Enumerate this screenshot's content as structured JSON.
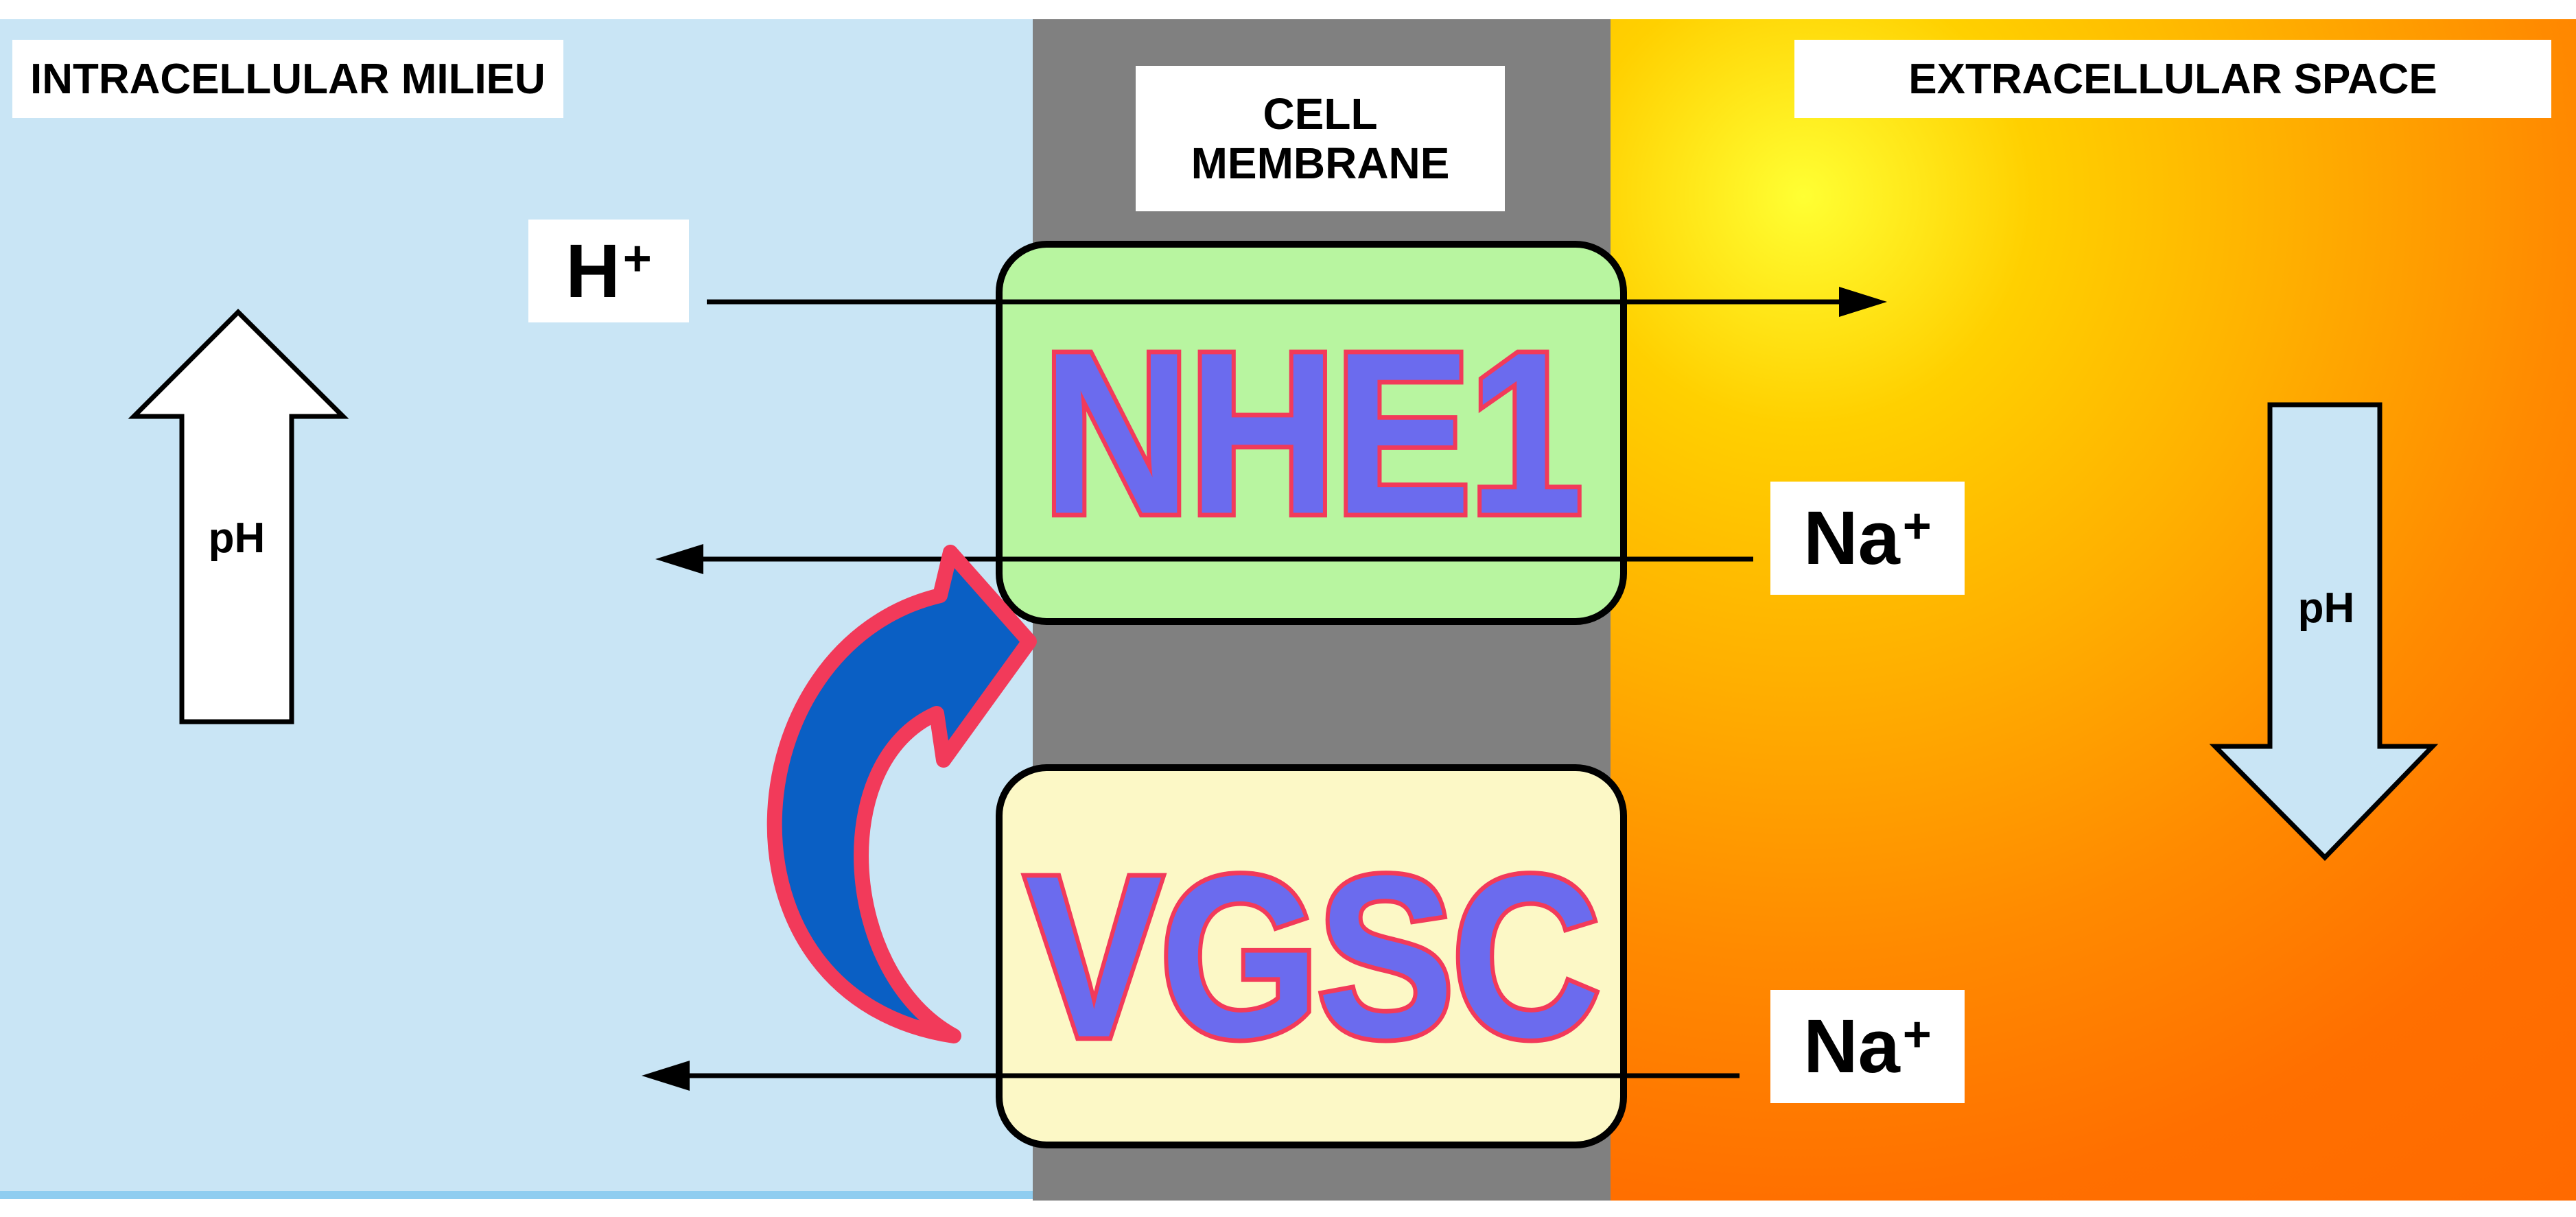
{
  "regions": {
    "intracellular": {
      "title": "INTRACELLULAR MILIEU",
      "background": "#c9e5f5"
    },
    "membrane": {
      "title_line1": "CELL",
      "title_line2": "MEMBRANE",
      "background": "#808080"
    },
    "extracellular": {
      "title": "EXTRACELLULAR SPACE",
      "gradient": [
        "#ffff33",
        "#ff6a00"
      ]
    }
  },
  "proteins": {
    "nhe1": {
      "label": "NHE1",
      "fill": "#b8f5a0",
      "text_color": "#6b6bee",
      "outline_color": "#f23a5a"
    },
    "vgsc": {
      "label": "VGSC",
      "fill": "#fcf8c6",
      "text_color": "#6b6bee",
      "outline_color": "#f23a5a"
    }
  },
  "ions": {
    "h_plus": {
      "symbol": "H",
      "charge": "+"
    },
    "na_plus_nhe1": {
      "symbol": "Na",
      "charge": "+"
    },
    "na_plus_vgsc": {
      "symbol": "Na",
      "charge": "+"
    }
  },
  "ph_indicators": {
    "intracellular": {
      "label": "pH",
      "direction": "up",
      "fill": "#ffffff"
    },
    "extracellular": {
      "label": "pH",
      "direction": "down",
      "fill": "#c9e5f5"
    }
  },
  "regulation_arrow": {
    "direction": "VGSC to NHE1",
    "fill": "#0a5fc4",
    "outline": "#f23a5a"
  }
}
